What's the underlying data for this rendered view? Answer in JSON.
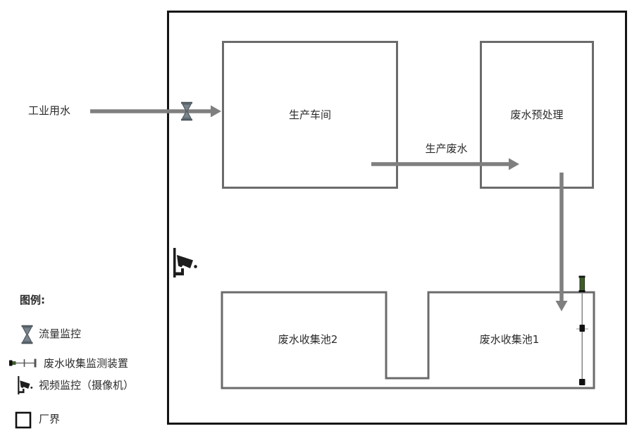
{
  "diagram": {
    "boundary_name": "厂界",
    "nodes": {
      "workshop": "生产车间",
      "pretreatment": "废水预处理",
      "pool2": "废水收集池2",
      "pool1": "废水收集池1"
    },
    "flows": {
      "industrial_water": "工业用水",
      "production_wastewater": "生产废水"
    },
    "icons": {
      "flow_monitor": "hourglass-icon",
      "collection_monitor": "probe-device-icon",
      "video_monitor": "cctv-camera-icon"
    },
    "colors": {
      "boundary": "#151515",
      "box_border": "#6b6b6b",
      "arrow": "#7f7f7f",
      "device_green": "#3f5d2b",
      "text": "#2b2b2b"
    }
  },
  "legend": {
    "title": "图例:",
    "items": [
      {
        "icon": "hourglass-icon",
        "label": "流量监控"
      },
      {
        "icon": "probe-device-icon",
        "label": "废水收集监测装置"
      },
      {
        "icon": "cctv-camera-icon",
        "label": "视频监控（摄像机）"
      },
      {
        "icon": "boundary-square-icon",
        "label": "厂界"
      }
    ]
  }
}
